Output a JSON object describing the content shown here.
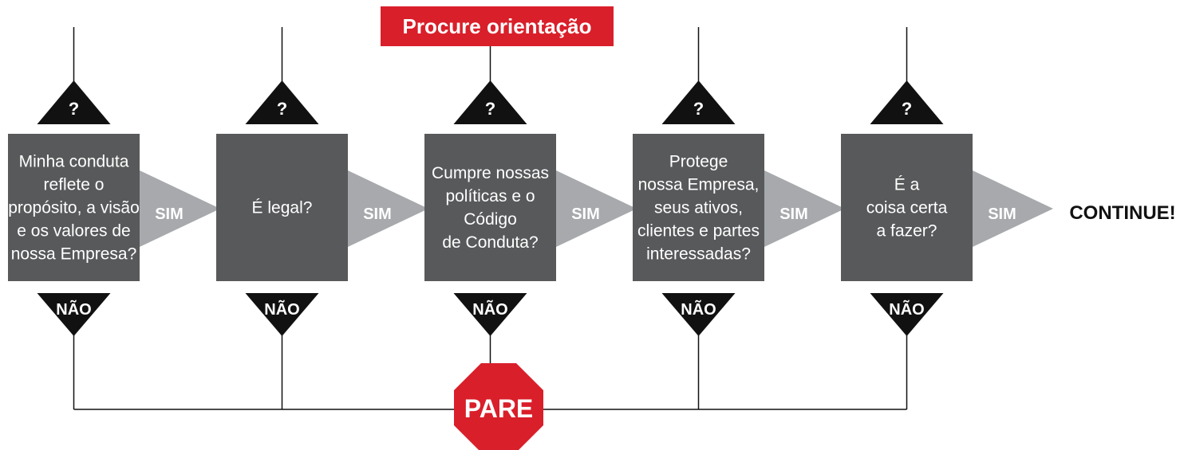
{
  "colors": {
    "box": "#58595b",
    "sim_arrow": "#a7a9ac",
    "triangle": "#111111",
    "line": "#111111",
    "accent_red": "#d91f2a",
    "background": "#ffffff"
  },
  "guidance_label": "Procure orientação",
  "stop_label": "PARE",
  "final_label": "CONTINUE!",
  "question_mark": "?",
  "no_label": "NÃO",
  "yes_label": "SIM",
  "steps": [
    {
      "lines": [
        "Minha conduta",
        "reflete o",
        "propósito, a visão",
        "e os valores de",
        "nossa Empresa?"
      ]
    },
    {
      "lines": [
        "É legal?"
      ]
    },
    {
      "lines": [
        "Cumpre nossas",
        "políticas e o",
        "Código",
        "de Conduta?"
      ]
    },
    {
      "lines": [
        "Protege",
        "nossa Empresa,",
        "seus ativos,",
        "clientes e partes",
        "interessadas?"
      ]
    },
    {
      "lines": [
        "É a",
        "coisa certa",
        "a fazer?"
      ]
    }
  ]
}
